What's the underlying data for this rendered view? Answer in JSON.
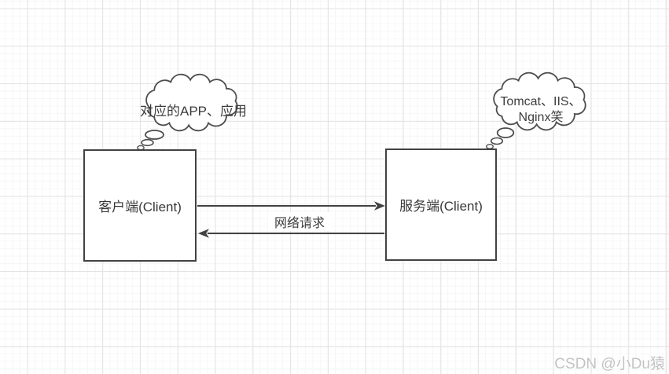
{
  "diagram": {
    "client_box": {
      "label": "客户端(Client)"
    },
    "server_box": {
      "label": "服务端(Client)"
    },
    "client_cloud": {
      "label": "对应的APP、应用"
    },
    "server_cloud": {
      "lines": [
        "Tomcat、IIS、",
        "Nginx笑"
      ]
    },
    "connection": {
      "label": "网络请求"
    }
  },
  "watermark": {
    "text": "CSDN @小Du猿"
  },
  "colors": {
    "stroke": "#424242",
    "text": "#383838",
    "shape_fill": "#ffffff",
    "grid_major": "#e3e3e3",
    "grid_minor": "#f6f6f6",
    "background": "#ffffff",
    "watermark": "#c3c3c3"
  }
}
